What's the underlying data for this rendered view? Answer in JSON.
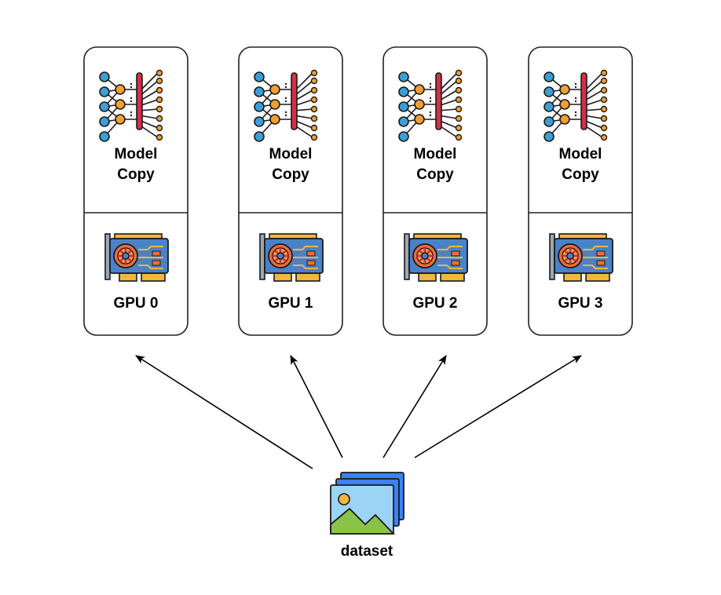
{
  "nodes": [
    {
      "model_line1": "Model",
      "model_line2": "Copy",
      "gpu_label": "GPU 0"
    },
    {
      "model_line1": "Model",
      "model_line2": "Copy",
      "gpu_label": "GPU 1"
    },
    {
      "model_line1": "Model",
      "model_line2": "Copy",
      "gpu_label": "GPU 2"
    },
    {
      "model_line1": "Model",
      "model_line2": "Copy",
      "gpu_label": "GPU 3"
    }
  ],
  "dataset": {
    "label": "dataset"
  },
  "icons": {
    "model": "neural-network-icon",
    "gpu": "gpu-card-icon",
    "dataset": "image-stack-icon"
  },
  "colors": {
    "node_blue": "#3a9fd6",
    "node_orange": "#f0a032",
    "layer_red": "#d22f4a",
    "gpu_blue": "#4a82c8",
    "gpu_gold": "#f0b73a",
    "data_blue": "#3b82f6",
    "data_green": "#8bc34a"
  }
}
